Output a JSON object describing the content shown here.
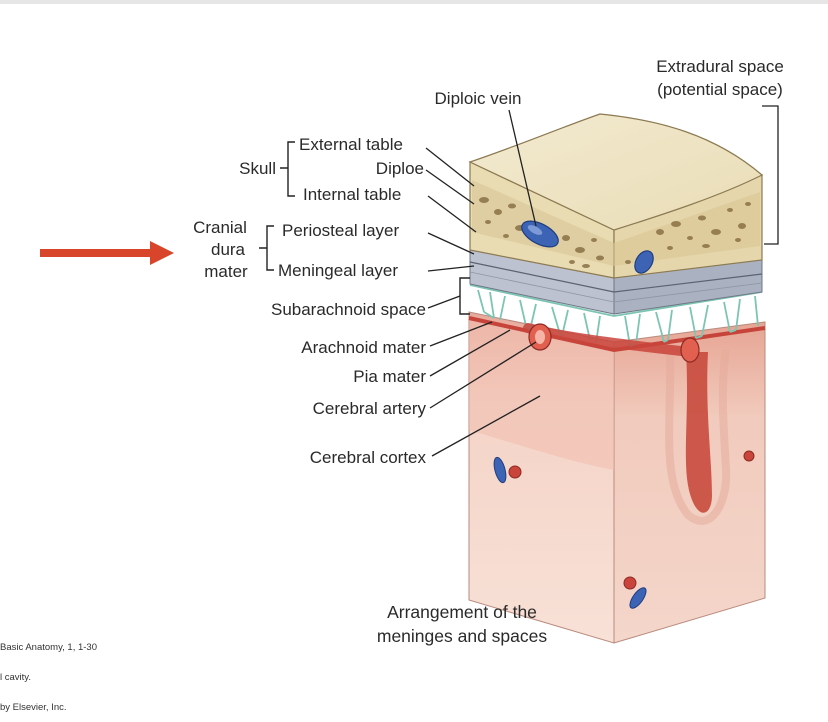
{
  "labels": {
    "skull": "Skull",
    "external_table": "External table",
    "diploe": "Diploe",
    "internal_table": "Internal table",
    "cranial": "Cranial",
    "dura": "dura",
    "mater": "mater",
    "periosteal_layer": "Periosteal layer",
    "meningeal_layer": "Meningeal layer",
    "subarachnoid_space": "Subarachnoid space",
    "arachnoid_mater": "Arachnoid mater",
    "pia_mater": "Pia mater",
    "cerebral_artery": "Cerebral artery",
    "cerebral_cortex": "Cerebral cortex",
    "diploic_vein": "Diploic vein",
    "extradural_line1": "Extradural space",
    "extradural_line2": "(potential space)"
  },
  "caption": {
    "line1": "Arrangement of the",
    "line2": "meninges and spaces"
  },
  "footer": {
    "line1": "Basic Anatomy, 1, 1-30",
    "line2": "l cavity.",
    "line3": "by Elsevier, Inc."
  },
  "colors": {
    "arrow": "#d9452b",
    "bone": "#ece1bd",
    "dura": "#b9bfcc",
    "arachnoid": "#8fcfc0",
    "cortex": "#f3cfc2",
    "vessel_red": "#c9443b",
    "vein_blue": "#3d64b4"
  }
}
